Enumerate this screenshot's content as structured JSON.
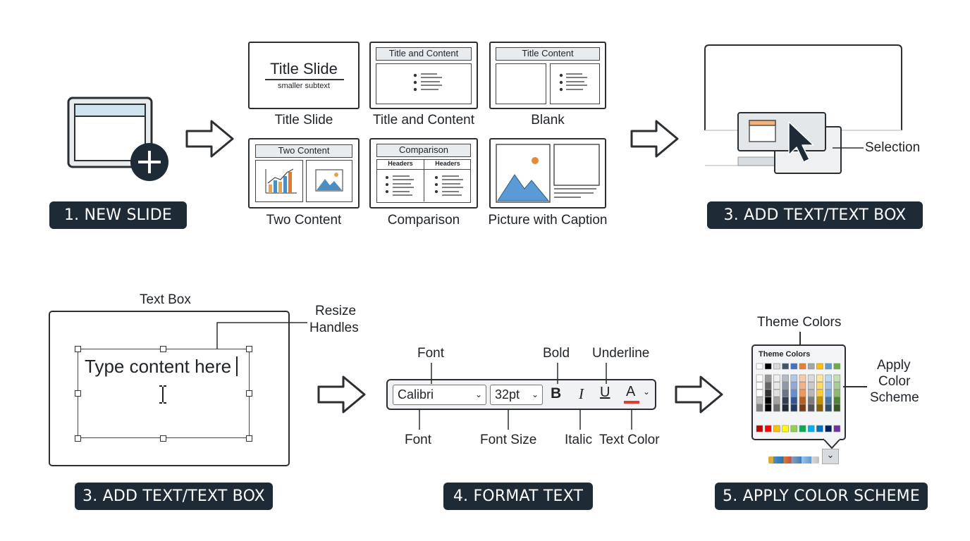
{
  "steps": {
    "new_slide": "1. NEW SLIDE",
    "add_text_top": "3. ADD TEXT/TEXT BOX",
    "add_text_bottom": "3. ADD TEXT/TEXT BOX",
    "format_text": "4. FORMAT TEXT",
    "apply_color": "5. APPLY COLOR SCHEME"
  },
  "layouts": [
    {
      "caption": "Title Slide",
      "title": "Title Slide",
      "subtitle": "smaller subtext"
    },
    {
      "caption": "Title and Content",
      "header": "Title and Content"
    },
    {
      "caption": "Blank",
      "header": "Title Content"
    },
    {
      "caption": "Two Content",
      "header": "Two Content"
    },
    {
      "caption": "Comparison",
      "header": "Comparison",
      "col1": "Headers",
      "col2": "Headers"
    },
    {
      "caption": "Picture with Caption"
    }
  ],
  "selection_label": "Selection",
  "textbox": {
    "title": "Text Box",
    "content": "Type content here",
    "resize_label_line1": "Resize",
    "resize_label_line2": "Handles"
  },
  "format_toolbar": {
    "font_value": "Calibri",
    "size_value": "32pt",
    "bold_glyph": "B",
    "italic_glyph": "I",
    "underline_glyph": "U",
    "color_glyph": "A",
    "label_font_top": "Font",
    "label_bold": "Bold",
    "label_underline": "Underline",
    "label_font_bottom": "Font",
    "label_font_size": "Font Size",
    "label_italic": "Italic",
    "label_text_color": "Text Color"
  },
  "color_scheme": {
    "title": "Theme Colors",
    "panel_title": "Theme Colors",
    "apply_line1": "Apply",
    "apply_line2": "Color",
    "apply_line3": "Scheme",
    "theme_colors": [
      "#ffffff",
      "#000000",
      "#d9d9d9",
      "#44546a",
      "#4472c4",
      "#ed7d31",
      "#a5a5a5",
      "#ffc000",
      "#5b9bd5",
      "#70ad47"
    ],
    "standard_colors": [
      "#c00000",
      "#ff0000",
      "#ffc000",
      "#ffff00",
      "#92d050",
      "#00b050",
      "#00b0f0",
      "#0070c0",
      "#002060",
      "#7030a0"
    ]
  }
}
